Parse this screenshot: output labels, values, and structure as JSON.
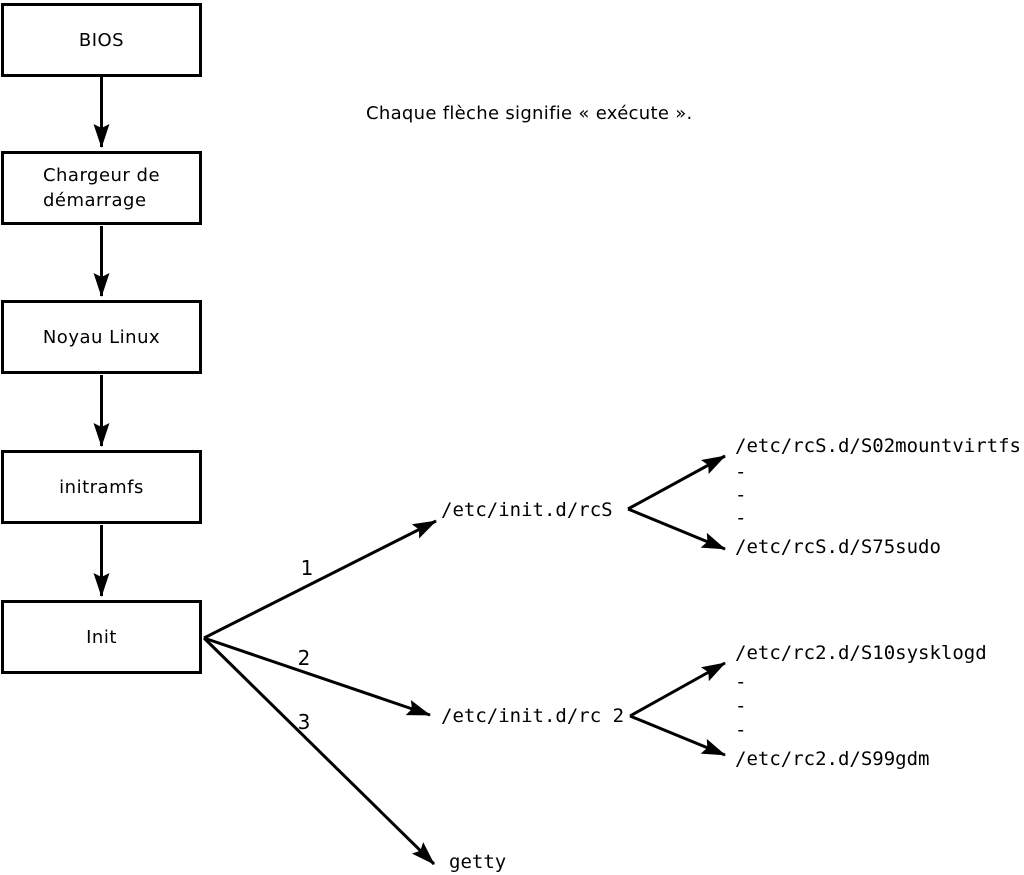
{
  "caption": "Chaque flèche signifie « exécute ».",
  "boxes": [
    {
      "label": "BIOS"
    },
    {
      "label": "Chargeur de\ndémarrage"
    },
    {
      "label": "Noyau Linux"
    },
    {
      "label": "initramfs"
    },
    {
      "label": "Init"
    }
  ],
  "branches": [
    {
      "label": "1",
      "node": "/etc/init.d/rcS",
      "first_child": "/etc/rcS.d/S02mountvirtfs",
      "ellipsis": [
        "-",
        "-",
        "-"
      ],
      "last_child": "/etc/rcS.d/S75sudo"
    },
    {
      "label": "2",
      "node": "/etc/init.d/rc 2",
      "first_child": "/etc/rc2.d/S10sysklogd",
      "ellipsis": [
        "-",
        "-",
        "-"
      ],
      "last_child": "/etc/rc2.d/S99gdm"
    },
    {
      "label": "3",
      "node": "getty"
    }
  ],
  "colors": {
    "line": "#000000",
    "background": "#ffffff"
  }
}
